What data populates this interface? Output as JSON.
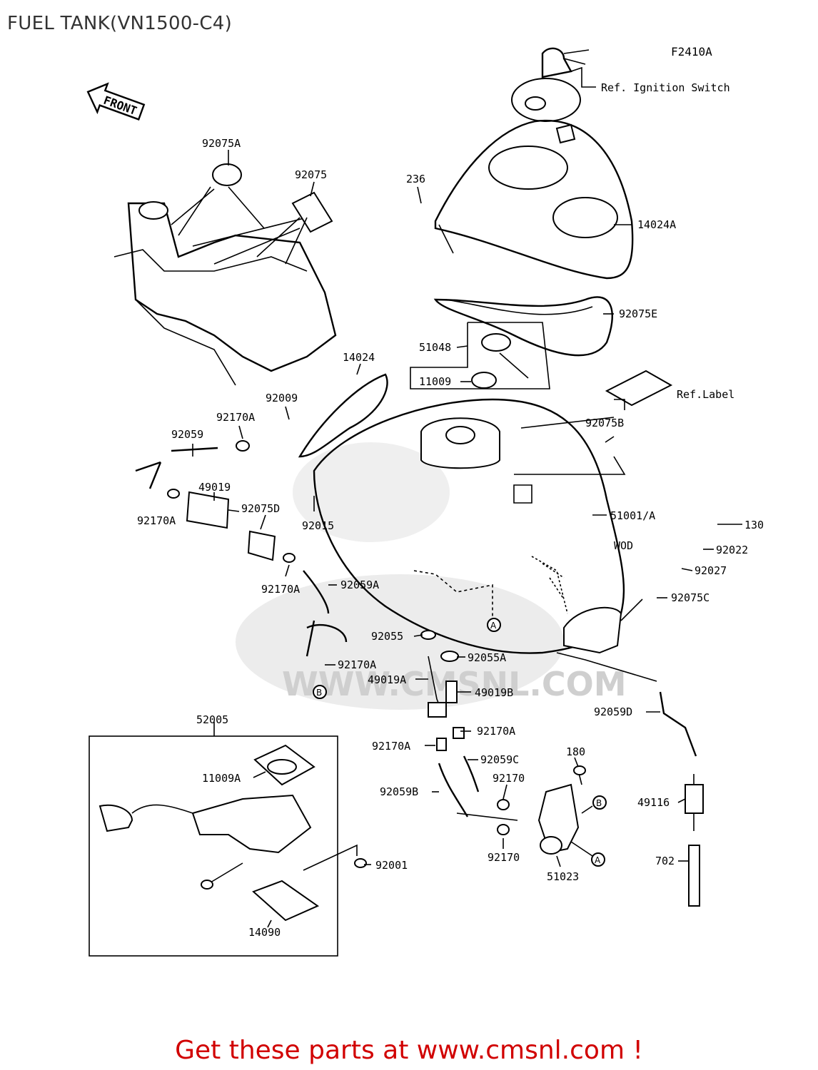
{
  "title": "FUEL TANK(VN1500-C4)",
  "figure_code": "F2410A",
  "front_label": "FRONT",
  "ref_texts": {
    "ignition": "Ref. Ignition Switch",
    "label": "Ref.Label"
  },
  "callouts": {
    "a": "A",
    "b": "B"
  },
  "parts": {
    "p92075A": "92075A",
    "p92075": "92075",
    "p236": "236",
    "p14024A": "14024A",
    "p92075E": "92075E",
    "p51048": "51048",
    "p11009": "11009",
    "p14024": "14024",
    "p92009": "92009",
    "p92170A_1": "92170A",
    "p92059": "92059",
    "p49019": "49019",
    "p92170A_2": "92170A",
    "p92075D": "92075D",
    "p92015": "92015",
    "p92075B": "92075B",
    "p51001A": "51001/A",
    "pWOD": "WOD",
    "p130": "130",
    "p92022": "92022",
    "p92027": "92027",
    "p92075C": "92075C",
    "p92170A_3": "92170A",
    "p92059A": "92059A",
    "p92055": "92055",
    "p92055A": "92055A",
    "p92170A_4": "92170A",
    "p49019A": "49019A",
    "p49019B": "49019B",
    "p92059D": "92059D",
    "p52005": "52005",
    "p11009A": "11009A",
    "p92170A_5": "92170A",
    "p92170A_6": "92170A",
    "p92059C": "92059C",
    "p180": "180",
    "p92170_1": "92170",
    "p92059B": "92059B",
    "p49116": "49116",
    "p92001": "92001",
    "p92170_2": "92170",
    "p51023": "51023",
    "p702": "702",
    "p14090": "14090"
  },
  "footer": "Get these parts at www.cmsnl.com !",
  "colors": {
    "footer": "#d10000",
    "title": "#333333",
    "watermark": "#dcdcdc"
  }
}
